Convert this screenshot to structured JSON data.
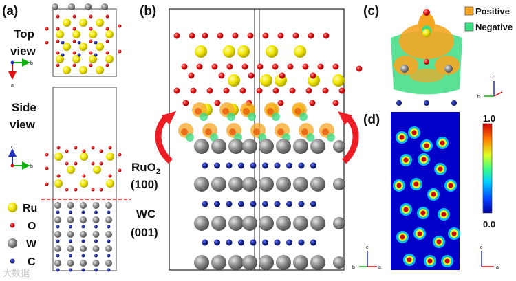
{
  "panels": {
    "a": {
      "label": "(a)",
      "top_view_line1": "Top",
      "top_view_line2": "view",
      "side_view_line1": "Side",
      "side_view_line2": "view"
    },
    "b": {
      "label": "(b)",
      "ruo2_main": "RuO",
      "ruo2_sub": "2",
      "ruo2_facet": "(100)",
      "wc_main": "WC",
      "wc_facet": "(001)"
    },
    "c": {
      "label": "(c)"
    },
    "d": {
      "label": "(d)"
    }
  },
  "legend_charge": {
    "positive": "Positive",
    "negative": "Negative",
    "positive_color": "#f5a623",
    "negative_color": "#3ddc84"
  },
  "legend_atoms": [
    {
      "symbol": "Ru",
      "color": "#f2e800"
    },
    {
      "symbol": "O",
      "color": "#e01010"
    },
    {
      "symbol": "W",
      "color": "#8c8c8c"
    },
    {
      "symbol": "C",
      "color": "#1a2a9a"
    }
  ],
  "colorbar": {
    "max": "1.0",
    "min": "0.0"
  },
  "axes_labels": {
    "a": "a",
    "b": "b",
    "c": "c"
  },
  "watermark": "大数据"
}
